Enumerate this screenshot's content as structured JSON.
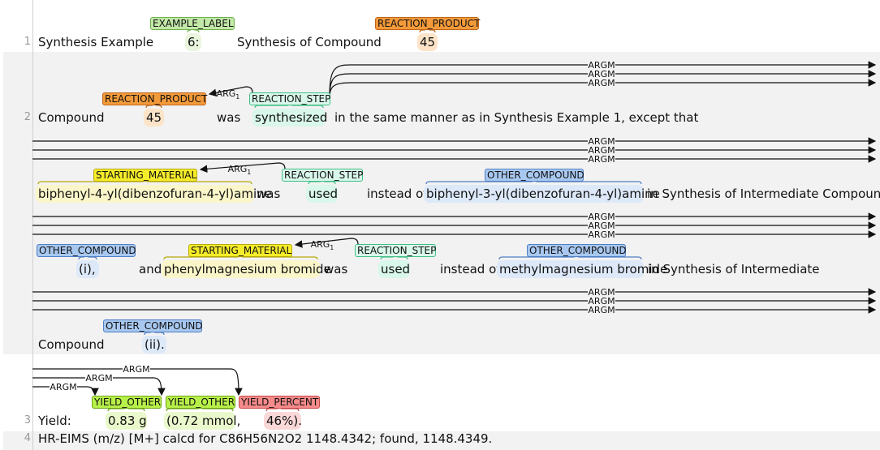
{
  "colors": {
    "band": "#f2f2f2",
    "EXAMPLE_LABEL": {
      "fill": "#c2e8a8",
      "border": "#6fb04a",
      "tint": "#e9f5dd"
    },
    "REACTION_PRODUCT": {
      "fill": "#f39a3a",
      "border": "#c0651a",
      "tint": "#fde4c8"
    },
    "REACTION_STEP": {
      "fill": "#d9f7ea",
      "border": "#3fbf86",
      "tint": "#d9f7ea"
    },
    "STARTING_MATERIAL": {
      "fill": "#f5ec2a",
      "border": "#b7a90a",
      "tint": "#fbf6c9"
    },
    "OTHER_COMPOUND": {
      "fill": "#a8c8f0",
      "border": "#4f7fc4",
      "tint": "#dde9f9"
    },
    "YIELD_OTHER": {
      "fill": "#b8f04a",
      "border": "#6da314",
      "tint": "#eaf9cc"
    },
    "YIELD_PERCENT": {
      "fill": "#f58a8a",
      "border": "#c84848",
      "tint": "#fbd8d8"
    }
  },
  "lines": [
    {
      "num": "1",
      "tokens": [
        {
          "id": "l1_synthesis_example",
          "text": "Synthesis Example"
        },
        {
          "id": "l1_6",
          "text": "6:",
          "label": "EXAMPLE_LABEL"
        },
        {
          "id": "l1_synthesis_of_compound",
          "text": "Synthesis of Compound"
        },
        {
          "id": "l1_45",
          "text": "45",
          "label": "REACTION_PRODUCT"
        }
      ]
    },
    {
      "num": "2",
      "tokens": [
        {
          "id": "l2_compound",
          "text": "Compound"
        },
        {
          "id": "l2_45",
          "text": "45",
          "label": "REACTION_PRODUCT"
        },
        {
          "id": "l2_was",
          "text": "was"
        },
        {
          "id": "l2_synthesized",
          "text": "synthesized",
          "label": "REACTION_STEP"
        },
        {
          "id": "l2_rest",
          "text": "in the same manner as in Synthesis Example 1, except that"
        },
        {
          "id": "l2_biphenyl4",
          "text": "biphenyl-4-yl(dibenzofuran-4-yl)amine",
          "label": "STARTING_MATERIAL"
        },
        {
          "id": "l2_was2",
          "text": "was"
        },
        {
          "id": "l2_used",
          "text": "used",
          "label": "REACTION_STEP"
        },
        {
          "id": "l2_instead1",
          "text": "instead of"
        },
        {
          "id": "l2_biphenyl3",
          "text": "biphenyl-3-yl(dibenzofuran-4-yl)amine",
          "label": "OTHER_COMPOUND"
        },
        {
          "id": "l2_in_synthesis1",
          "text": "in Synthesis of Intermediate Compound"
        },
        {
          "id": "l2_i",
          "text": "(i),",
          "label": "OTHER_COMPOUND"
        },
        {
          "id": "l2_and",
          "text": "and"
        },
        {
          "id": "l2_phenylmg",
          "text": "phenylmagnesium bromide",
          "label": "STARTING_MATERIAL"
        },
        {
          "id": "l2_was3",
          "text": "was"
        },
        {
          "id": "l2_used2",
          "text": "used",
          "label": "REACTION_STEP"
        },
        {
          "id": "l2_instead2",
          "text": "instead of"
        },
        {
          "id": "l2_methylmg",
          "text": "methylmagnesium bromide",
          "label": "OTHER_COMPOUND"
        },
        {
          "id": "l2_in_synthesis2",
          "text": "in Synthesis of Intermediate"
        },
        {
          "id": "l2_compound2",
          "text": "Compound"
        },
        {
          "id": "l2_ii",
          "text": "(ii).",
          "label": "OTHER_COMPOUND"
        }
      ]
    },
    {
      "num": "3",
      "tokens": [
        {
          "id": "l3_yield",
          "text": "Yield:"
        },
        {
          "id": "l3_083",
          "text": "0.83 g",
          "label": "YIELD_OTHER"
        },
        {
          "id": "l3_072",
          "text": "(0.72 mmol,",
          "label": "YIELD_OTHER"
        },
        {
          "id": "l3_46",
          "text": "46%).",
          "label": "YIELD_PERCENT"
        }
      ]
    },
    {
      "num": "4",
      "tokens": [
        {
          "id": "l4_hr",
          "text": "HR-EIMS (m/z) [M+] calcd for C86H56N2O2 1148.4342; found, 1148.4349."
        }
      ]
    }
  ],
  "relations": [
    {
      "type": "ARG1",
      "label": "ARG",
      "sub": "1",
      "from": "l2_synthesized",
      "to": "l2_45"
    },
    {
      "type": "ARG1",
      "label": "ARG",
      "sub": "1",
      "from": "l2_used",
      "to": "l2_biphenyl4"
    },
    {
      "type": "ARG1",
      "label": "ARG",
      "sub": "1",
      "from": "l2_used2",
      "to": "l2_phenylmg"
    },
    {
      "type": "ARGM",
      "label": "ARGM",
      "from": "l2_synthesized",
      "to": "l3_083"
    },
    {
      "type": "ARGM",
      "label": "ARGM",
      "from": "l2_synthesized",
      "to": "l3_072"
    },
    {
      "type": "ARGM",
      "label": "ARGM",
      "from": "l2_synthesized",
      "to": "l3_46"
    },
    {
      "type": "ARGM",
      "label": "ARGM",
      "from": "l2_used",
      "to": "l3_083"
    },
    {
      "type": "ARGM",
      "label": "ARGM",
      "from": "l2_used",
      "to": "l3_072"
    },
    {
      "type": "ARGM",
      "label": "ARGM",
      "from": "l2_used",
      "to": "l3_46"
    },
    {
      "type": "ARGM",
      "label": "ARGM",
      "from": "l2_used2",
      "to": "l3_083"
    },
    {
      "type": "ARGM",
      "label": "ARGM",
      "from": "l2_used2",
      "to": "l3_072"
    },
    {
      "type": "ARGM",
      "label": "ARGM",
      "from": "l2_used2",
      "to": "l3_46"
    }
  ]
}
